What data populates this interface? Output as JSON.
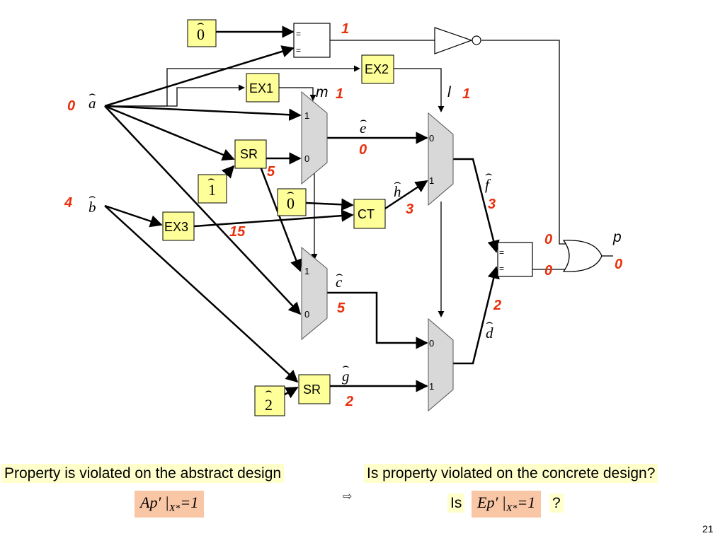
{
  "constants": {
    "const_top": "0",
    "const_one": "1",
    "const_ct": "0",
    "const_two": "2"
  },
  "blocks": {
    "ex1": "EX1",
    "ex2": "EX2",
    "ex3": "EX3",
    "sr_top": "SR",
    "sr_bottom": "SR",
    "ct": "CT"
  },
  "signals": {
    "a": "a",
    "b": "b",
    "c": "c",
    "d": "d",
    "e": "e",
    "f": "f",
    "g": "g",
    "h": "h",
    "m": "m",
    "l": "l",
    "p": "p",
    "hat": "⌢"
  },
  "mux_ports": {
    "one": "1",
    "zero": "0"
  },
  "comparator_symbol": "=",
  "values": {
    "a": "0",
    "b": "4",
    "m": "1",
    "l": "1",
    "eq_top": "1",
    "e": "0",
    "sr_top": "5",
    "h": "3",
    "f": "3",
    "ex3": "15",
    "c": "5",
    "g": "2",
    "d": "2",
    "or_in_top": "0",
    "or_in_bottom": "0",
    "p": "0"
  },
  "notes": {
    "left_text": "Property is violated on the abstract design",
    "left_formula_main": "Ap′ |",
    "left_formula_sub": "X*",
    "left_formula_end": "=1",
    "implies": "⇨",
    "right_text": "Is property violated on the concrete design?",
    "right_prefix": "Is",
    "right_formula_main": "Ep′ |",
    "right_formula_sub": "X*",
    "right_formula_end": "=1",
    "right_suffix": "?"
  },
  "page_number": "21"
}
